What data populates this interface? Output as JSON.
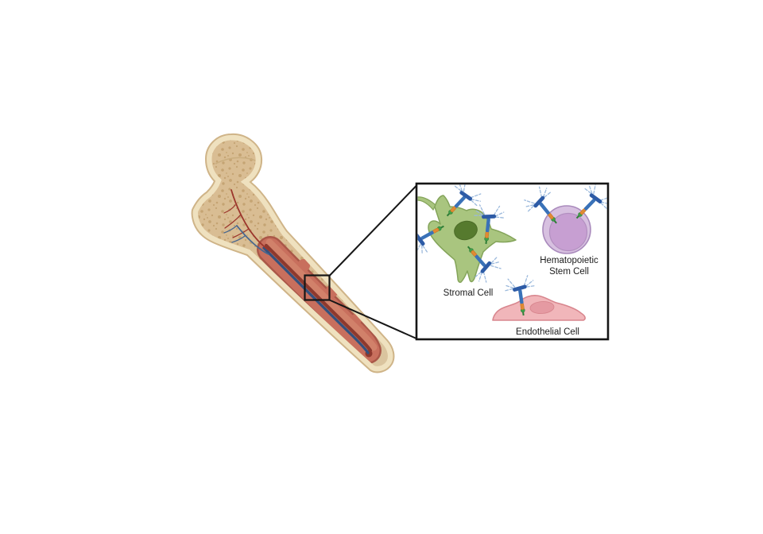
{
  "inset": {
    "labels": {
      "stromal": "Stromal Cell",
      "hsc_line1": "Hematopoietic",
      "hsc_line2": "Stem Cell",
      "endothelial": "Endothelial Cell"
    }
  },
  "palette": {
    "background": "#ffffff",
    "bone_cortex": "#efe1bf",
    "bone_outline": "#cfb488",
    "bone_interior": "#d9bd93",
    "bone_speckle": "#b8945f",
    "bone_epiphysis_cap": "#dac49e",
    "marrow_border": "#aa5748",
    "marrow_fill": "#c86f5d",
    "marrow_light_band": "#d2836c",
    "marrow_core_stripe": "#8d392e",
    "central_vein_blue": "#33517e",
    "artery_red": "#9c362c",
    "vein_branch_blue": "#48678f",
    "stromal_body": "#a9c57f",
    "stromal_border": "#84a45a",
    "stromal_nucleus": "#567a2e",
    "hsc_outer": "#d7c0e0",
    "hsc_outer_border": "#a98abc",
    "hsc_inner": "#c79fd2",
    "hsc_inner_border": "#b28fc0",
    "endothelial_body": "#f1b6ba",
    "endothelial_border": "#d8868e",
    "endothelial_nucleus": "#e59aa2",
    "receptor_rod": "#3a72b8",
    "receptor_cap": "#2d5ba6",
    "receptor_whisker": "#9bb9dc",
    "receptor_stalk_orange": "#e18a33",
    "receptor_anchor_green": "#3fa04a",
    "frame_black": "#161616"
  }
}
